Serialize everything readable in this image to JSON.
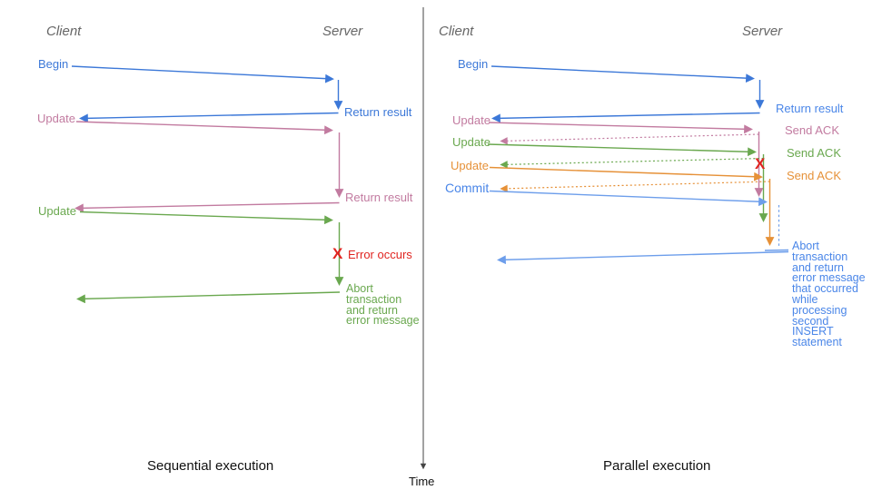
{
  "left_panel": {
    "client_header": "Client",
    "server_header": "Server",
    "begin_label": "Begin",
    "return_result_1": "Return result",
    "update_1": "Update",
    "return_result_2": "Return result",
    "update_2": "Update",
    "x_mark": "X",
    "error_label": "Error occurs",
    "abort_message": "Abort\ntransaction\nand return\nerror message",
    "caption": "Sequential execution"
  },
  "right_panel": {
    "client_header": "Client",
    "server_header": "Server",
    "begin_label": "Begin",
    "return_result_1": "Return result",
    "update_1": "Update",
    "send_ack_1": "Send ACK",
    "update_2": "Update",
    "send_ack_2": "Send ACK",
    "update_3": "Update",
    "send_ack_3": "Send ACK",
    "commit_label": "Commit",
    "x_mark": "X",
    "abort_message": "Abort\ntransaction\nand return\nerror message\nthat occurred\nwhile\nprocessing\nsecond\nINSERT\nstatement",
    "caption": "Parallel execution"
  },
  "time_axis": {
    "label": "Time"
  },
  "colors": {
    "blue": "#3c78d8",
    "cornflower_blue": "#4a86e8",
    "light_blue_line": "#6d9eeb",
    "pink": "#c27ba0",
    "green": "#6aa84f",
    "orange": "#e69138",
    "red": "#e02420",
    "header_gray": "#666666",
    "axis_gray": "#444444",
    "caption_black": "#111111"
  }
}
